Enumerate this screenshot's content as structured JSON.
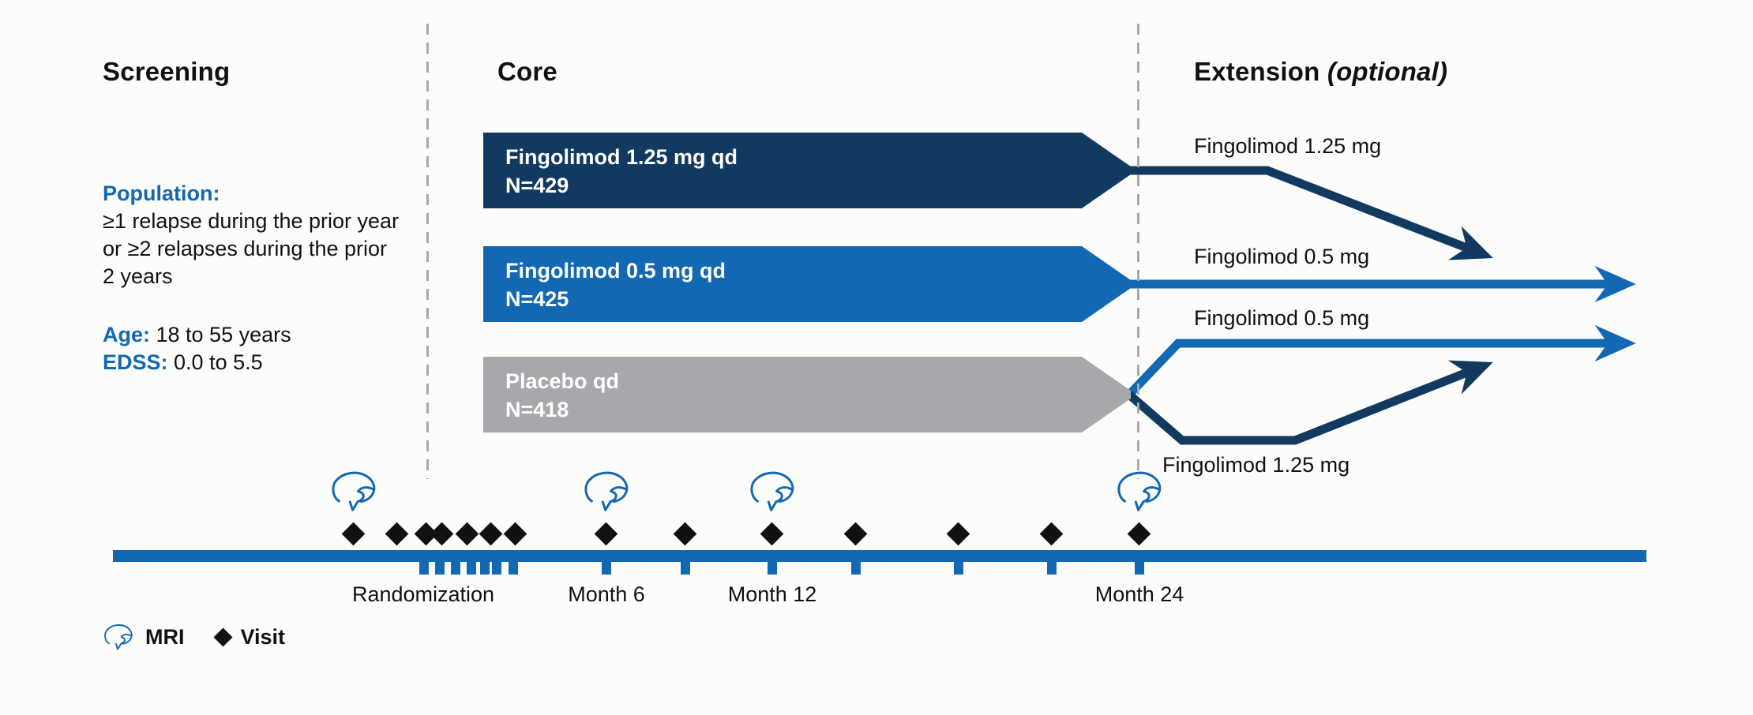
{
  "phases": {
    "screening_title": "Screening",
    "core_title": "Core",
    "extension_title": "Extension ",
    "extension_qualifier": "(optional)"
  },
  "screening_criteria": {
    "population_label": "Population:",
    "population_line1": "≥1 relapse during the prior year",
    "population_line2": "or ≥2 relapses during the prior",
    "population_line3": "2 years",
    "age_label": "Age:",
    "age_value": " 18 to 55 years",
    "edss_label": "EDSS:",
    "edss_value": " 0.0 to 5.5"
  },
  "core_arms": [
    {
      "label": "Fingolimod 1.25 mg qd",
      "n": "N=429"
    },
    {
      "label": "Fingolimod 0.5 mg qd",
      "n": "N=425"
    },
    {
      "label": "Placebo qd",
      "n": "N=418"
    }
  ],
  "extension_arms": {
    "from_fingolimod_125": "Fingolimod 1.25 mg",
    "from_fingolimod_05": "Fingolimod 0.5 mg",
    "from_placebo_05": "Fingolimod 0.5 mg",
    "from_placebo_125": "Fingolimod 1.25 mg"
  },
  "timeline": {
    "randomization_label": "Randomization",
    "month6_label": "Month 6",
    "month12_label": "Month 12",
    "month24_label": "Month 24"
  },
  "legend": {
    "mri_label": "MRI",
    "visit_label": "Visit"
  },
  "icons": {
    "mri": "brain-mri-icon",
    "visit": "visit-diamond-icon"
  },
  "colors": {
    "navy": "#12395F",
    "blue": "#1268B2",
    "gray": "#A6A8AB",
    "dashed_line": "#A9A9A9",
    "accent_text": "#1268B2",
    "text": "#111111"
  }
}
